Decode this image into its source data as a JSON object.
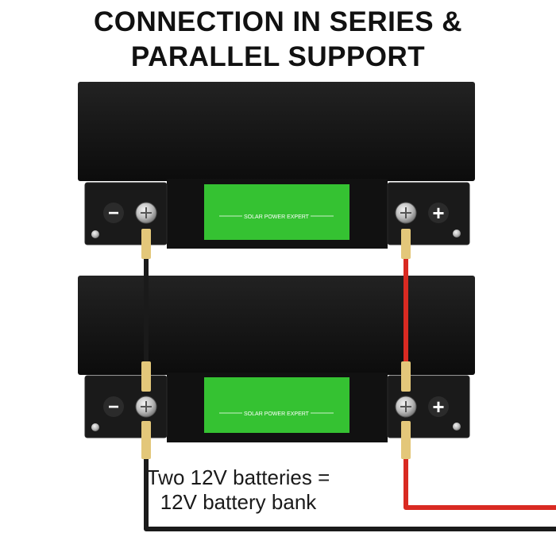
{
  "headline": {
    "line1": "CONNECTION IN SERIES &",
    "line2": "PARALLEL SUPPORT"
  },
  "batteries": [
    {
      "label_text": "SOLAR POWER EXPERT",
      "negative_symbol": "−",
      "positive_symbol": "+"
    },
    {
      "label_text": "SOLAR POWER EXPERT",
      "negative_symbol": "−",
      "positive_symbol": "+"
    }
  ],
  "caption": {
    "line1": "Two 12V batteries =",
    "line2": "12V battery bank"
  },
  "colors": {
    "battery_body": "#141414",
    "label_green": "#35c232",
    "wire_red": "#d92a22",
    "wire_black": "#1a1a1a",
    "ferrule_yellow": "#e3c77a"
  }
}
